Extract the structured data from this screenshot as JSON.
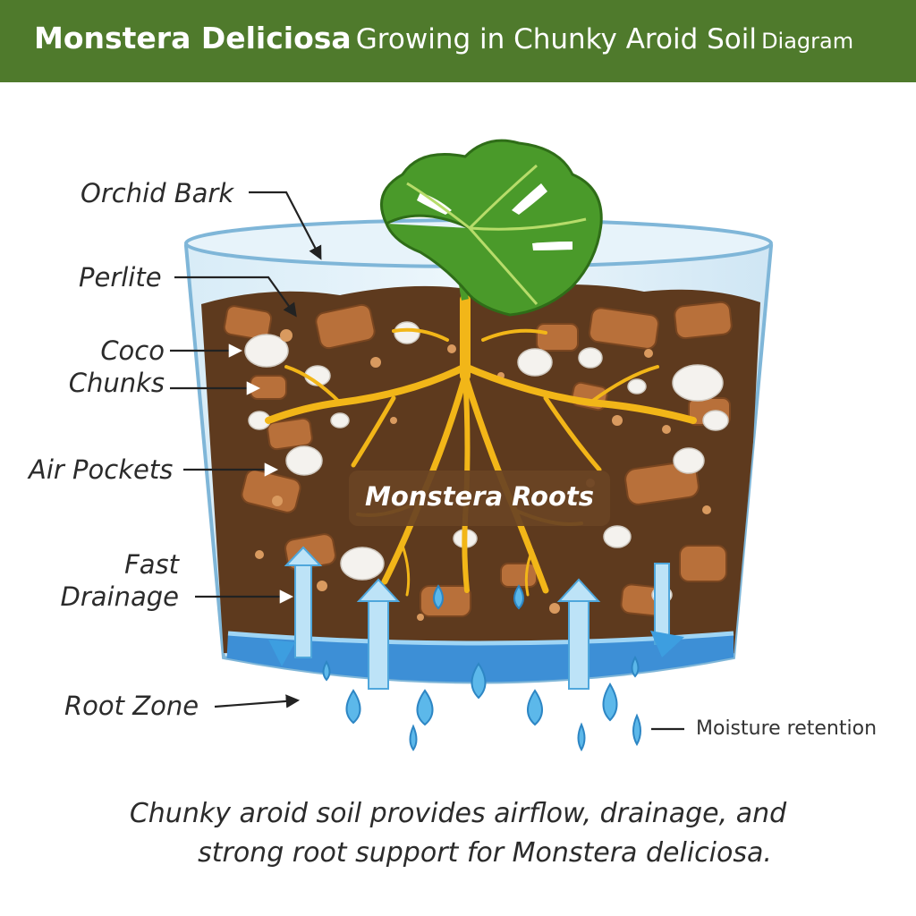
{
  "header": {
    "title_main": "Monstera Deliciosa",
    "title_mid": "Growing in Chunky Aroid Soil",
    "title_tail": "Diagram"
  },
  "labels": {
    "orchid_bark": "Orchid Bark",
    "perlite": "Perlite",
    "coco_line1": "Coco",
    "coco_line2": "Chunks",
    "air_pockets": "Air Pockets",
    "drainage_line1": "Fast",
    "drainage_line2": "Drainage",
    "root_zone": "Root Zone",
    "moisture": "Moisture retention",
    "roots_center": "Monstera Roots"
  },
  "caption": {
    "line1": "Chunky aroid soil provides airflow, drainage, and",
    "line2_lead": "strong root support for",
    "line2_species": "Monstera deliciosa."
  },
  "colors": {
    "header_bg": "#4f7a2c",
    "soil": "#5e3a1e",
    "bark": "#b8703a",
    "root": "#f2b618",
    "leaf": "#4a9a2a",
    "water": "#5cb8ea"
  }
}
